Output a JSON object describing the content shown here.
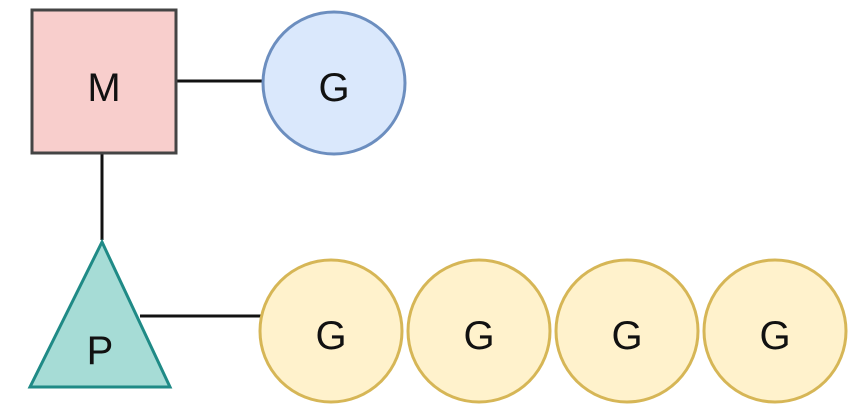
{
  "diagram": {
    "machine": {
      "label": "M",
      "fill": "#f8cecc",
      "stroke": "#444444"
    },
    "processor": {
      "label": "P",
      "fill": "#a6dcd6",
      "stroke": "#1f8a86"
    },
    "running_goroutine": {
      "label": "G",
      "fill": "#dae8fc",
      "stroke": "#6c8ebf"
    },
    "queue": {
      "fill": "#fff2cc",
      "stroke": "#d6b656",
      "goroutines": [
        {
          "label": "G"
        },
        {
          "label": "G"
        },
        {
          "label": "G"
        },
        {
          "label": "G"
        }
      ]
    }
  }
}
